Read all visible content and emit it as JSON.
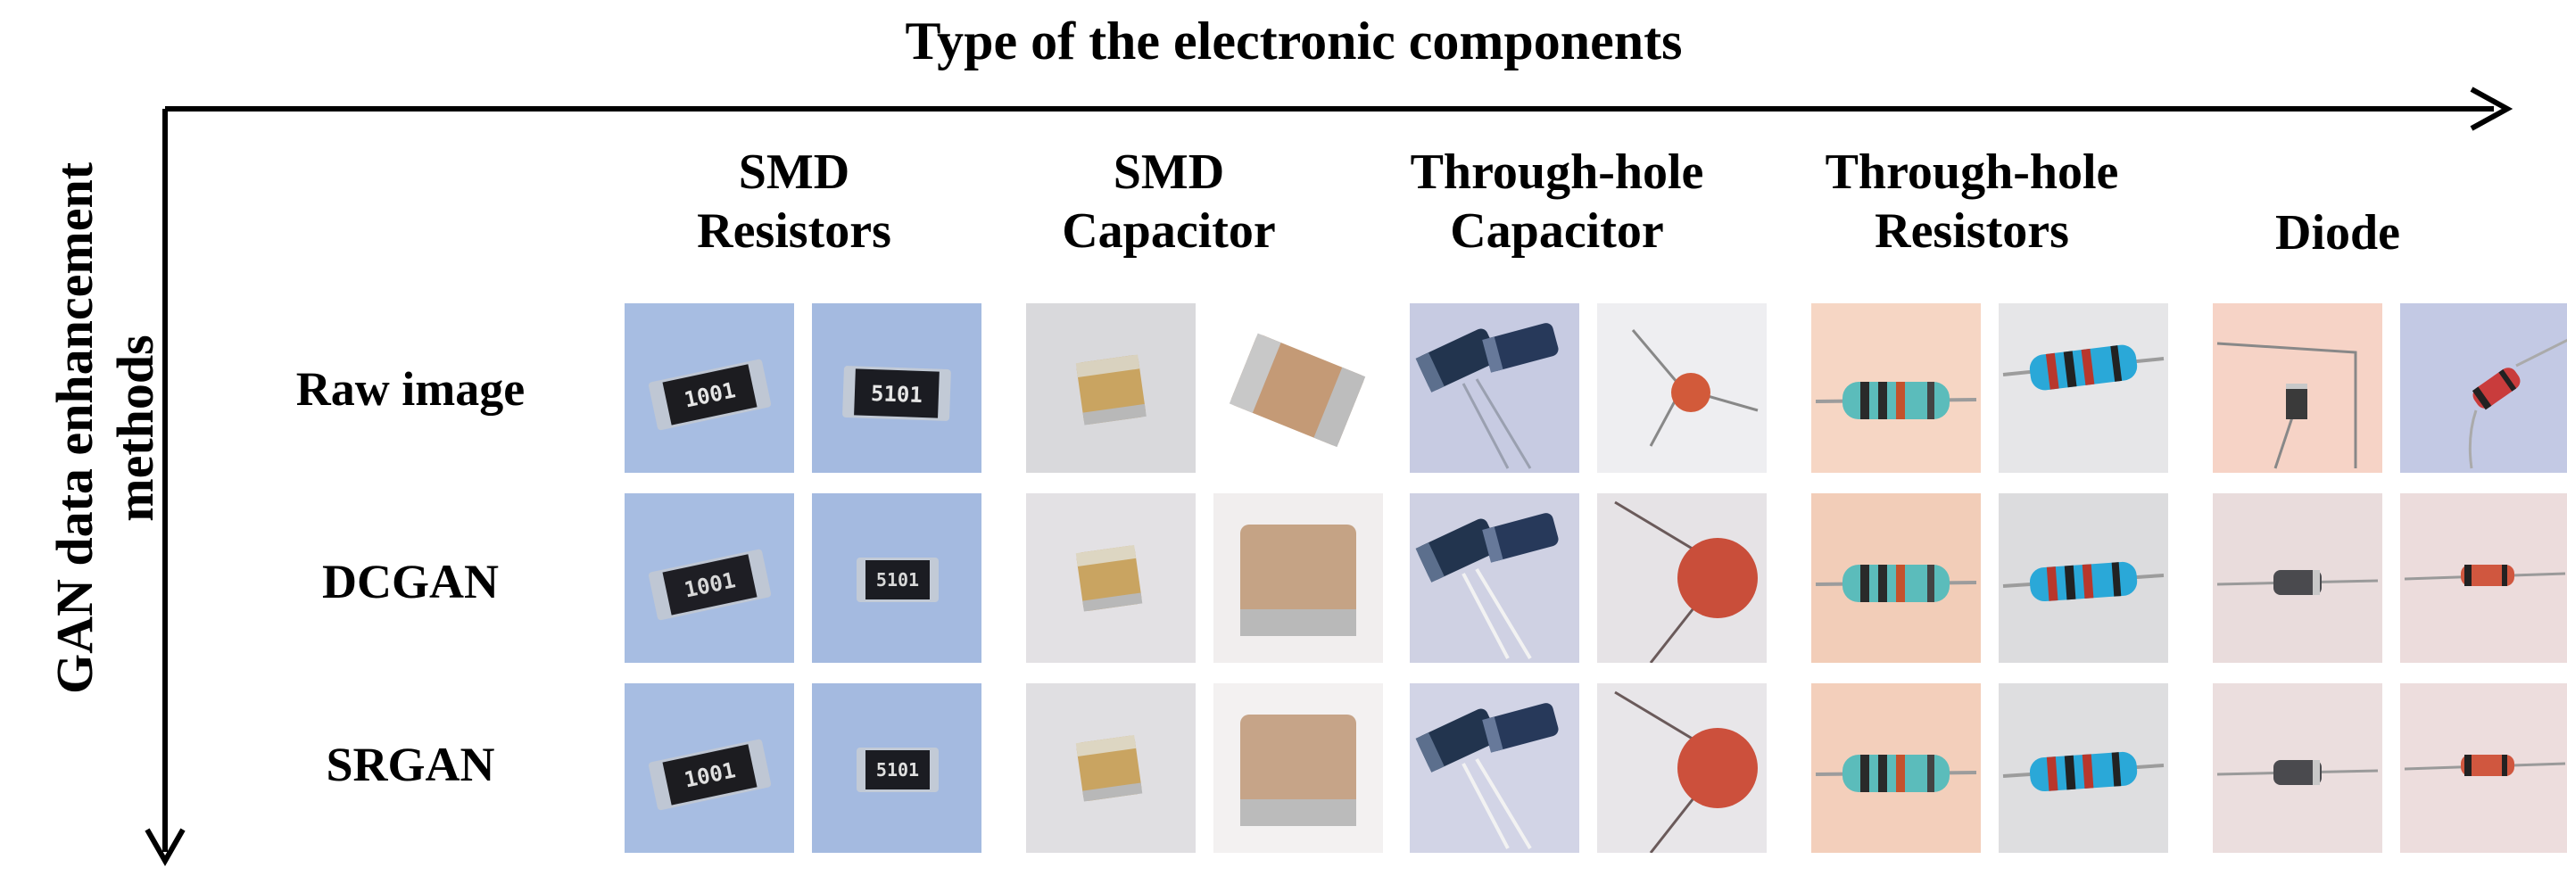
{
  "axes": {
    "horizontal_title": "Type of the electronic components",
    "vertical_title_line1": "GAN data enhancement",
    "vertical_title_line2": "methods"
  },
  "columns": [
    {
      "line1": "SMD",
      "line2": "Resistors"
    },
    {
      "line1": "SMD",
      "line2": "Capacitor"
    },
    {
      "line1": "Through-hole",
      "line2": "Capacitor"
    },
    {
      "line1": "Through-hole",
      "line2": "Resistors"
    },
    {
      "line1": "Diode",
      "line2": ""
    }
  ],
  "rows": [
    {
      "label": "Raw image"
    },
    {
      "label": "DCGAN"
    },
    {
      "label": "SRGAN"
    }
  ],
  "chip_markings": {
    "resistor_a": "1001",
    "resistor_b": "5101"
  },
  "colors": {
    "blue_bg": "#a7bde2",
    "gray_bg": "#d8d8dc",
    "peach_bg": "#f6d6c4",
    "lavender_bg": "#c3c9e4"
  }
}
